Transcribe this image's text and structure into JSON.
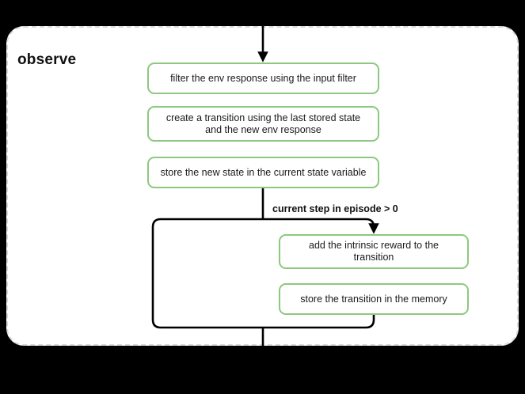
{
  "diagram": {
    "type": "flowchart",
    "scope_title": "observe",
    "background_color": "#000000",
    "panel_color": "#ffffff",
    "panel_border_color": "#d9d9d9",
    "node_border_color": "#8cc97f",
    "connector_color": "#000000",
    "nodes": [
      {
        "id": "filter",
        "label": "filter the env response using the input filter"
      },
      {
        "id": "create",
        "label": "create a transition using the last stored state and the new env response"
      },
      {
        "id": "store",
        "label": "store the new state in the current state variable"
      },
      {
        "id": "reward",
        "label": "add the intrinsic reward to the transition"
      },
      {
        "id": "memory",
        "label": "store the transition in the memory"
      }
    ],
    "branch_label": "current step in episode > 0"
  }
}
